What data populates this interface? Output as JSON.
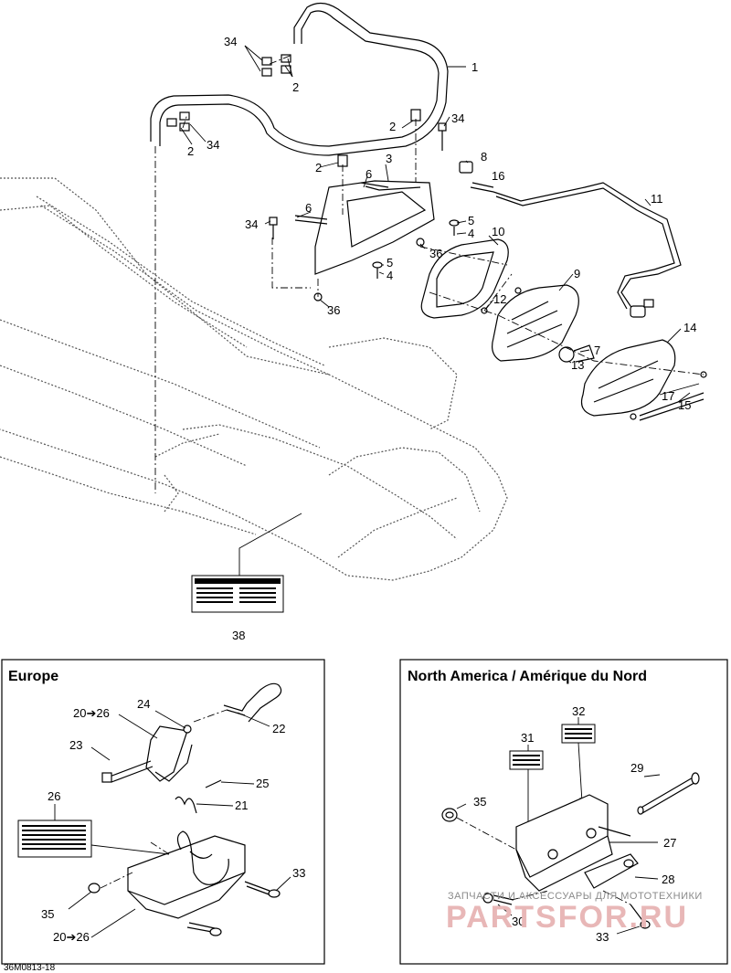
{
  "diagram": {
    "drawing_code": "36M0813-18",
    "callouts_main": [
      "34",
      "2",
      "1",
      "2",
      "34",
      "2",
      "34",
      "2",
      "3",
      "6",
      "8",
      "16",
      "11",
      "6",
      "34",
      "5",
      "4",
      "10",
      "36",
      "5",
      "4",
      "9",
      "12",
      "7",
      "36",
      "13",
      "14",
      "17",
      "15",
      "38"
    ],
    "label_38": {
      "aria": "warning decal 38"
    }
  },
  "europe": {
    "title": "Europe",
    "callouts": [
      "20➔26",
      "24",
      "22",
      "23",
      "25",
      "21",
      "26",
      "33",
      "35",
      "20➔26"
    ]
  },
  "north_america": {
    "title": "North America / Amérique du Nord",
    "callouts": [
      "32",
      "31",
      "29",
      "35",
      "27",
      "28",
      "30",
      "33"
    ]
  },
  "watermark": {
    "tagline": "ЗАПЧАСТИ И АКСЕССУАРЫ ДЛЯ МОТОТЕХНИКИ",
    "brand": "PARTSFOR.RU"
  },
  "icons": [
    "arrow-icon"
  ]
}
